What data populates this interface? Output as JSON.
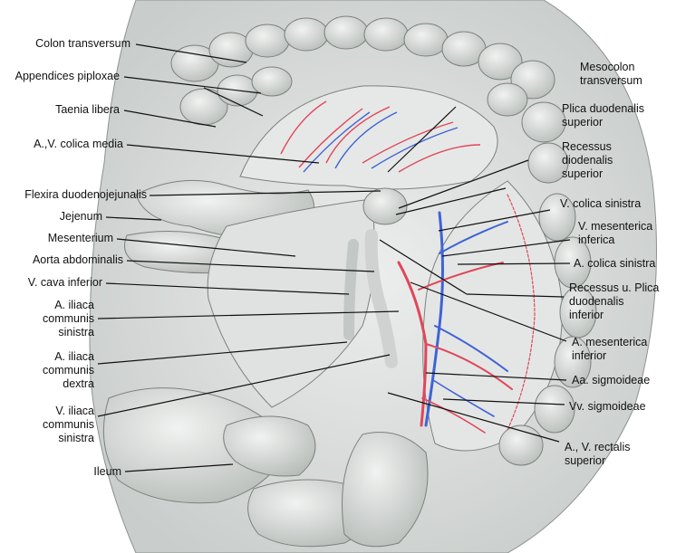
{
  "labels": {
    "colon_transversum": "Colon transversum",
    "appendices_epiploicae": "Appendices piploxae",
    "taenia_libera": "Taenia libera",
    "av_colica_media": "A.,V. colica media",
    "flexura_duodenojejunalis": "Flexira duodenojejunalis",
    "jejunum": "Jejenum",
    "mesenterium": "Mesenterium",
    "aorta_abdominalis": "Aorta abdominalis",
    "v_cava_inferior": "V. cava inferior",
    "a_iliaca_communis_sinistra": "A. iliaca\ncommunis\nsinistra",
    "a_iliaca_communis_dextra": "A. iliaca\ncommunis\ndextra",
    "v_iliaca_communis_sinistra": "V. iliaca\ncommunis\nsinistra",
    "ileum": "Ileum",
    "mesocolon_transversum": "Mesocolon\ntransversum",
    "plica_duodenalis_superior": "Plica duodenalis\nsuperior",
    "recessus_duodenalis_superior": "Recessus\ndiodenalis\nsuperior",
    "v_colica_sinistra": "V. colica sinistra",
    "v_mesenterica_inferior": "V. mesenterica\ninferica",
    "a_colica_sinistra": "A. colica sinistra",
    "recessus_plica_duodenalis_inferior": "Recessus u. Plica\nduodenalis\ninferior",
    "a_mesenterica_inferior": "A. mesenterica\ninferior",
    "aa_sigmoideae": "Aa. sigmoideae",
    "vv_sigmoideae": "Vv. sigmoideae",
    "av_rectalis_superior": "A., V. rectalis\nsuperior"
  },
  "colors": {
    "tissue": "#d9dcda",
    "tissue_light": "#eceeed",
    "tissue_dark": "#a9aeab",
    "outline": "#6f7472",
    "artery": "#e0475a",
    "vein": "#3f63d6",
    "leader": "#111111"
  }
}
